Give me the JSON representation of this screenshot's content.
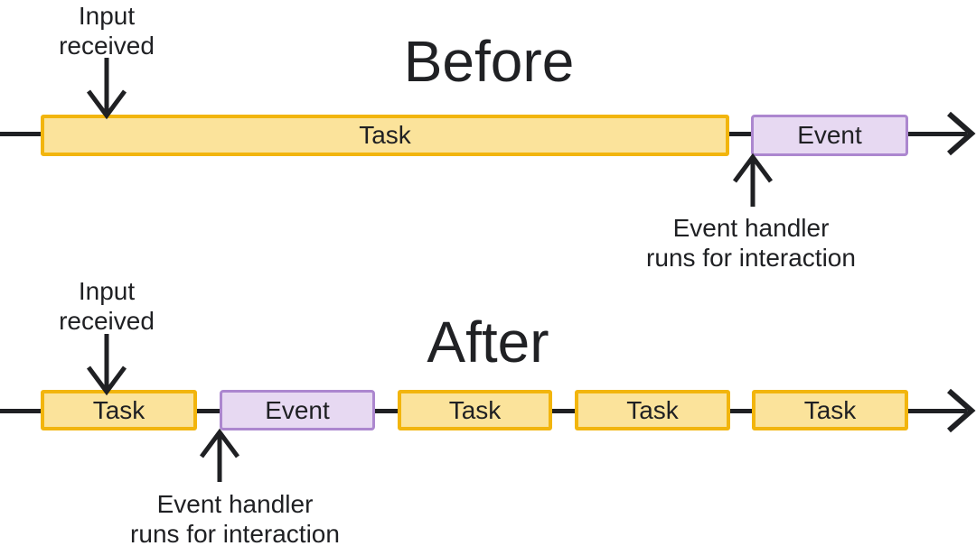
{
  "colors": {
    "task_fill": "#FBE39B",
    "task_border": "#F2B50D",
    "event_fill": "#E7D9F2",
    "event_border": "#AC87CF",
    "ink": "#1F2023"
  },
  "before": {
    "title": "Before",
    "input_label": {
      "line1": "Input",
      "line2": "received"
    },
    "handler_label": {
      "line1": "Event handler",
      "line2": "runs for interaction"
    },
    "bars": [
      {
        "label": "Task",
        "type": "task"
      },
      {
        "label": "Event",
        "type": "event"
      }
    ]
  },
  "after": {
    "title": "After",
    "input_label": {
      "line1": "Input",
      "line2": "received"
    },
    "handler_label": {
      "line1": "Event handler",
      "line2": "runs for interaction"
    },
    "bars": [
      {
        "label": "Task",
        "type": "task"
      },
      {
        "label": "Event",
        "type": "event"
      },
      {
        "label": "Task",
        "type": "task"
      },
      {
        "label": "Task",
        "type": "task"
      },
      {
        "label": "Task",
        "type": "task"
      }
    ]
  }
}
